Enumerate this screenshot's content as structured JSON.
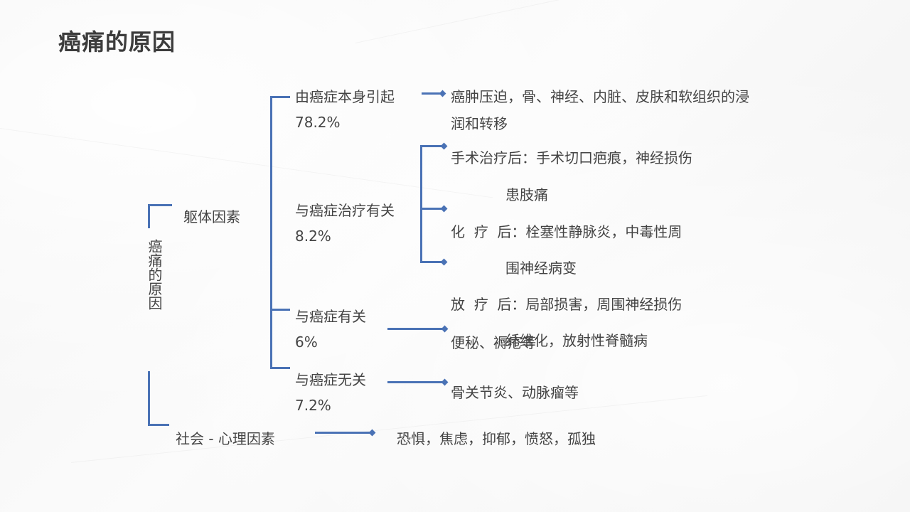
{
  "title": "癌痛的原因",
  "root": {
    "label": "癌痛的原因"
  },
  "branches": {
    "physical": {
      "label": "躯体因素"
    },
    "psychosocial": {
      "label": "社会 - 心理因素",
      "detail": "恐惧，焦虑，抑郁，愤怒，孤独"
    }
  },
  "categories": [
    {
      "label": "由癌症本身引起",
      "percent": "78.2%"
    },
    {
      "label": "与癌症治疗有关",
      "percent": "8.2%"
    },
    {
      "label": "与癌症有关",
      "percent": "6%"
    },
    {
      "label": "与癌症无关",
      "percent": "7.2%"
    }
  ],
  "details": {
    "cancer_itself_line1": "癌肿压迫，骨、神经、内脏、皮肤和软组织的浸",
    "cancer_itself_line2": "润和转移",
    "surgery_line1": "手术治疗后：手术切口疤痕，神经损伤",
    "surgery_line2": "患肢痛",
    "chemo_line1": "化  疗  后：栓塞性静脉炎，中毒性周",
    "chemo_line2": "围神经病变",
    "radio_line1": "放  疗  后：局部损害，周围神经损伤",
    "radio_line2": "纤维化，放射性脊髓病",
    "related": "便秘、褥疮等",
    "unrelated": "骨关节炎、动脉瘤等"
  },
  "colors": {
    "connector": "#4a72b5",
    "text": "#444444",
    "title": "#3c3c3c"
  }
}
